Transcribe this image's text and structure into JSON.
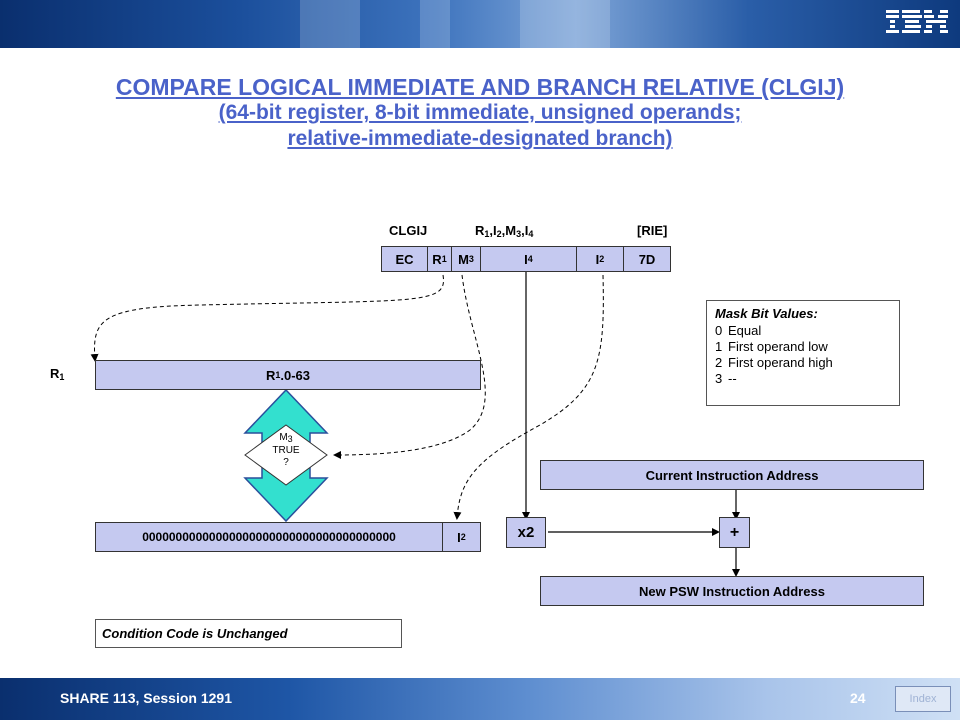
{
  "header": {
    "logo": "IBM"
  },
  "title": {
    "line1": "COMPARE LOGICAL IMMEDIATE AND BRANCH RELATIVE (CLGIJ)",
    "line2": "(64-bit register, 8-bit immediate, unsigned operands;",
    "line3": "relative-immediate-designated branch)"
  },
  "format": {
    "mnemonic": "CLGIJ",
    "operands": {
      "base": "R",
      "items": [
        "1",
        ",I",
        "2",
        ",M",
        "3",
        ",I",
        "4"
      ]
    },
    "type": "[RIE]",
    "fields": {
      "ec": "EC",
      "r1": {
        "base": "R",
        "sub": "1"
      },
      "m3": {
        "base": "M",
        "sub": "3"
      },
      "i4": {
        "base": "I",
        "sub": "4"
      },
      "i2": {
        "base": "I",
        "sub": "2"
      },
      "op2": "7D"
    }
  },
  "register": {
    "label": {
      "base": "R",
      "sub": "1"
    },
    "content": {
      "base": "R",
      "sub": "1",
      "suffix": ".0-63"
    }
  },
  "decision": {
    "m": "M",
    "sub": "3",
    "line2": "TRUE",
    "line3": "?"
  },
  "immediate": {
    "zeros": "00000000000000000000000000000000000000",
    "i2": {
      "base": "I",
      "sub": "2"
    }
  },
  "mask": {
    "title": "Mask Bit Values:",
    "rows": [
      {
        "n": "0",
        "text": "Equal"
      },
      {
        "n": "1",
        "text": "First operand low"
      },
      {
        "n": "2",
        "text": "First operand high"
      },
      {
        "n": "3",
        "text": "--"
      }
    ]
  },
  "branch": {
    "current": "Current Instruction Address",
    "x2": "x2",
    "plus": "+",
    "new_psw": "New PSW Instruction Address"
  },
  "condition_code": "Condition Code is Unchanged",
  "footer": {
    "session": "SHARE 113, Session 1291",
    "page": "24",
    "index": "Index"
  },
  "colors": {
    "title": "#4a62c9",
    "box_fill": "#c5c9f0",
    "arrow_fill": "#33e0cf"
  }
}
